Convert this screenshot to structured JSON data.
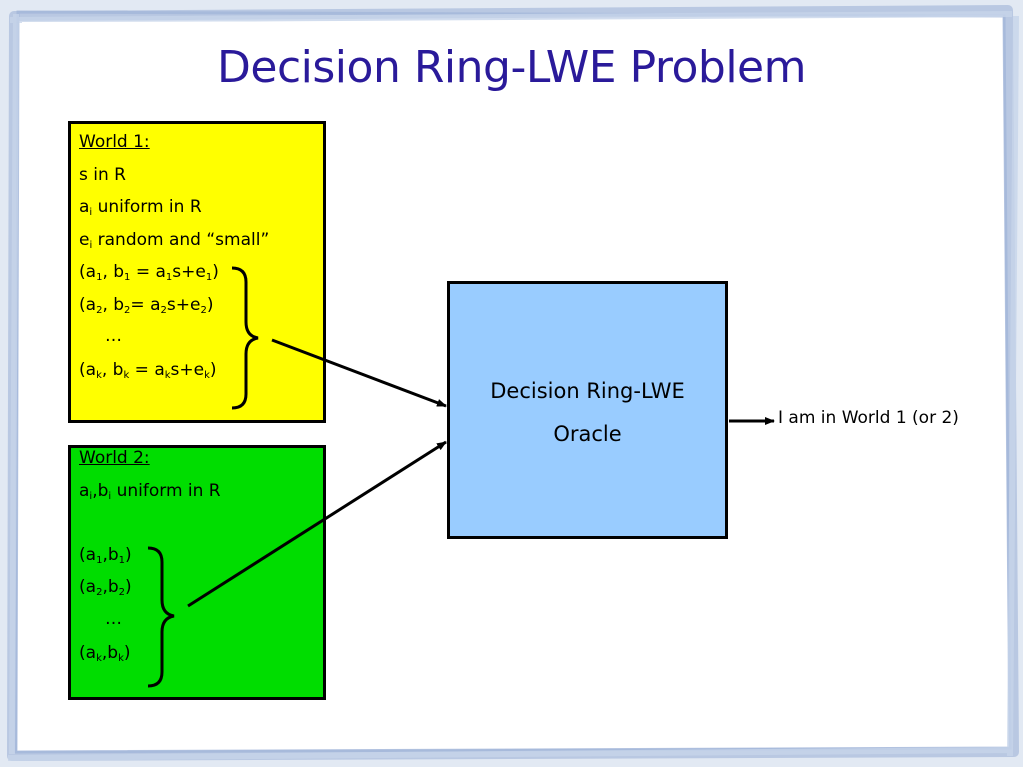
{
  "title": "Decision Ring-LWE Problem",
  "world1": {
    "heading": "World 1:",
    "line_s": "s in R",
    "line_a": {
      "base": "a",
      "sub": "i",
      "rest": " uniform in R"
    },
    "line_e": {
      "base": "e",
      "sub": "i",
      "rest": " random and “small”"
    },
    "sample_1": "(a1, b1 = a1s+e1)",
    "sample_2": "(a2, b2= a2s+e2)",
    "ellipsis": "…",
    "sample_k": "(ak, bk = aks+ek)"
  },
  "world2": {
    "heading": "World 2:",
    "line_ab": "ai,bi uniform in R",
    "sample_1": "(a1,b1)",
    "sample_2": "(a2,b2)",
    "ellipsis": "…",
    "sample_k": "(ak,bk)"
  },
  "oracle": {
    "line1": "Decision Ring-LWE",
    "line2": "Oracle"
  },
  "output_label": "I am in World 1 (or 2)",
  "colors": {
    "title": "#2a1a9a",
    "world1_fill": "#ffff00",
    "world2_fill": "#00dd00",
    "oracle_fill": "#99ccff",
    "frame": "#aabbdd"
  }
}
